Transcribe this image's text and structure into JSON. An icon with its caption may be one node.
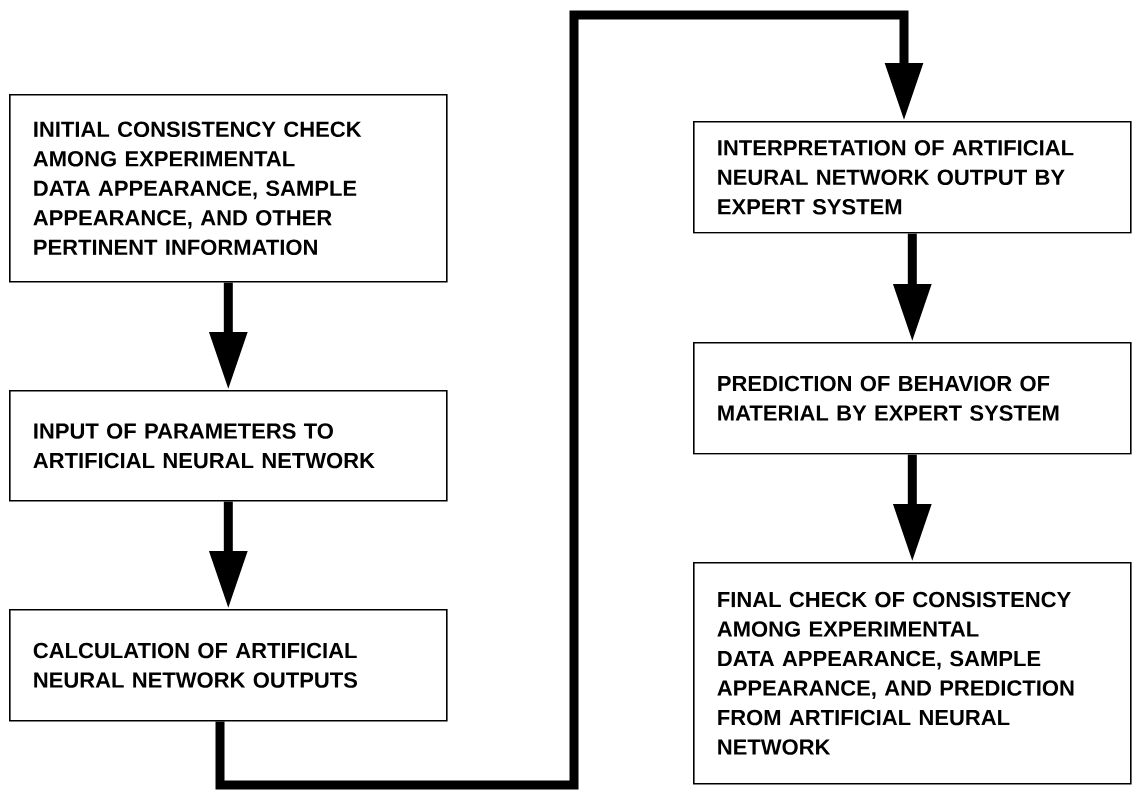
{
  "diagram": {
    "nodes": [
      {
        "text": [
          "INITIAL CONSISTENCY CHECK AMONG EXPERIMENTAL DATA APPEARANCE, SAMPLE APPEARANCE, AND OTHER PERTINENT INFORMATION"
        ]
      },
      {
        "text": [
          "INPUT OF PARAMETERS TO ARTIFICIAL NEURAL NETWORK"
        ]
      },
      {
        "text": [
          "CALCULATION OF ARTIFICIAL NEURAL NETWORK OUTPUTS"
        ]
      },
      {
        "text": [
          "INTERPRETATION OF ARTIFICIAL NEURAL NETWORK OUTPUT BY EXPERT SYSTEM"
        ]
      },
      {
        "text": [
          "PREDICTION OF BEHAVIOR OF MATERIAL BY EXPERT SYSTEM"
        ]
      },
      {
        "text": [
          "FINAL CHECK OF CONSISTENCY AMONG EXPERIMENTAL DATA APPEARANCE, SAMPLE APPEARANCE, AND PREDICTION FROM ARTIFICIAL NEURAL NETWORK"
        ]
      }
    ],
    "edges": [
      {
        "from": 0,
        "to": 1,
        "arrow": "to"
      },
      {
        "from": 1,
        "to": 2,
        "arrow": "to"
      },
      {
        "from": 2,
        "to": 3,
        "arrow": "to"
      },
      {
        "from": 3,
        "to": 4,
        "arrow": "to"
      },
      {
        "from": 4,
        "to": 5,
        "arrow": "to"
      }
    ]
  }
}
